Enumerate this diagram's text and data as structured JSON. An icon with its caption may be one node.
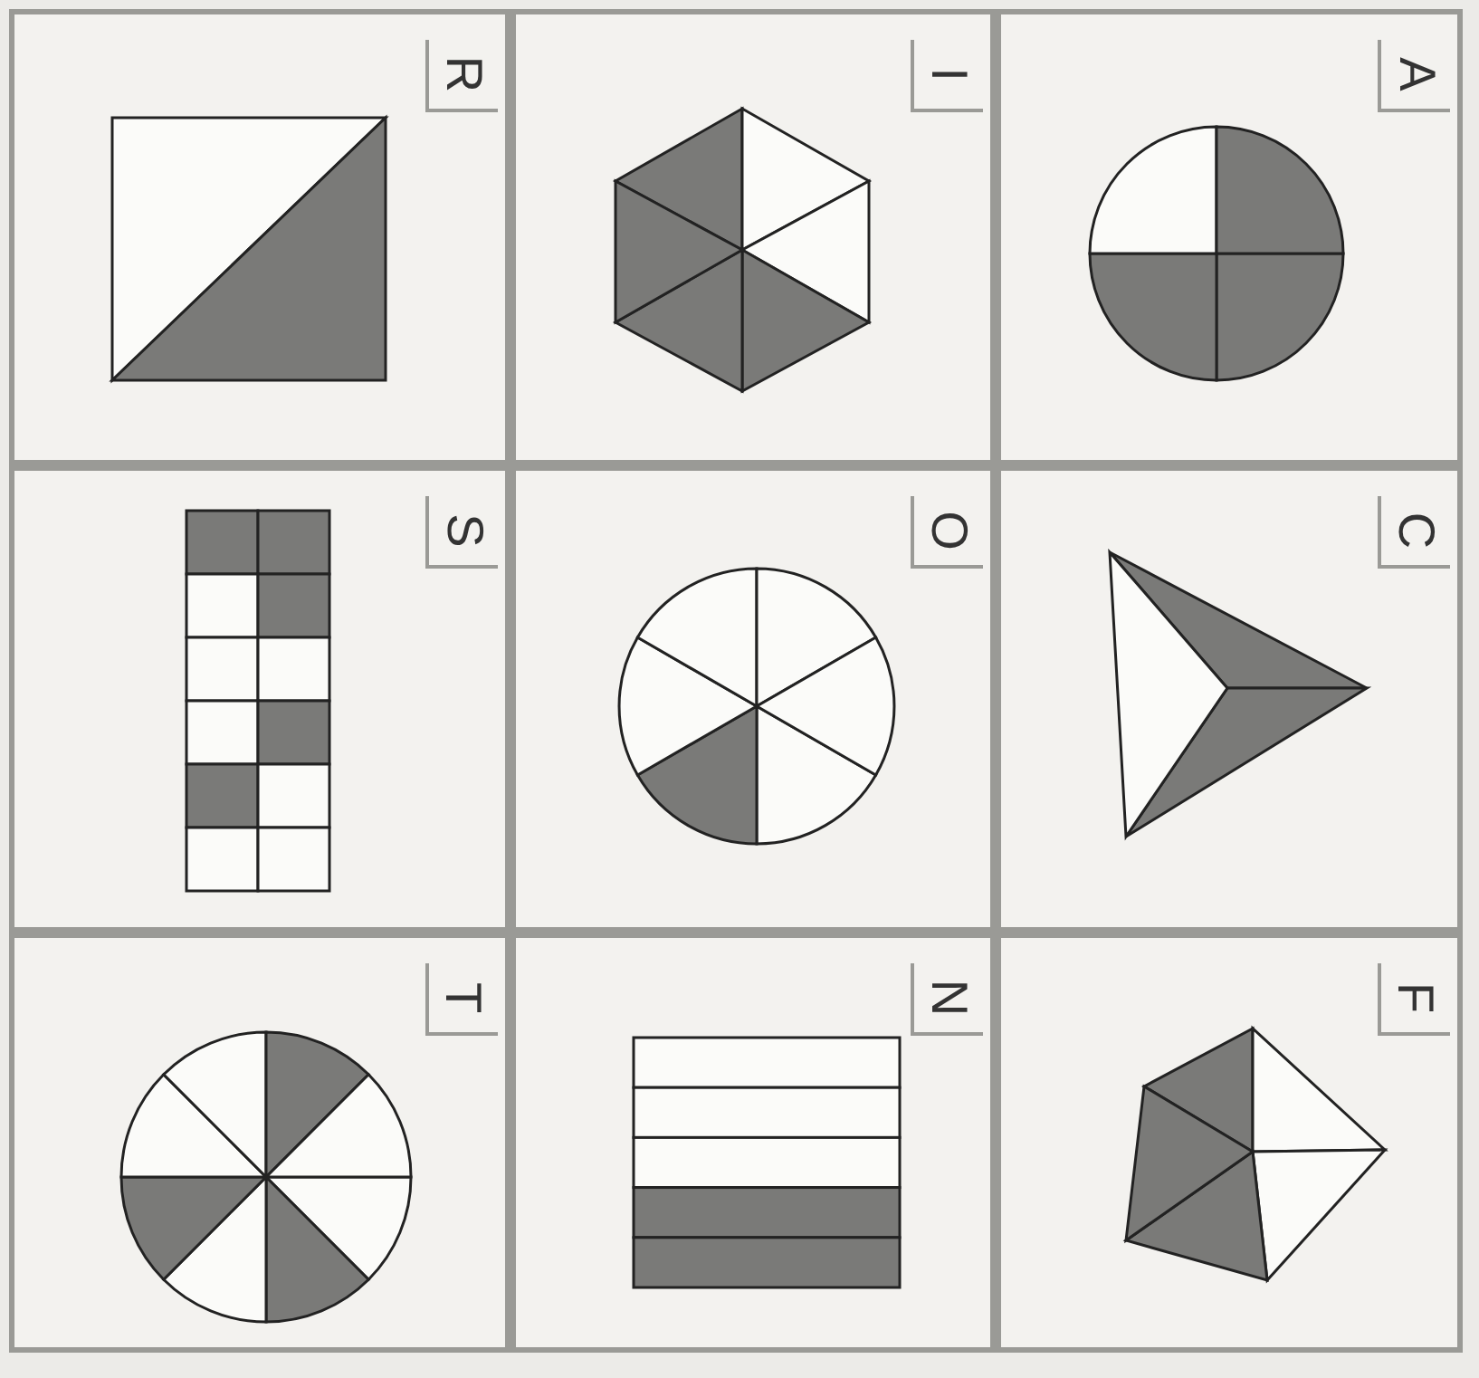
{
  "diagram": {
    "nodes": [
      {
        "text": [
          "A"
        ]
      },
      {
        "text": [
          "C"
        ]
      },
      {
        "text": [
          "F"
        ]
      },
      {
        "text": [
          "I"
        ]
      },
      {
        "text": [
          "O"
        ]
      },
      {
        "text": [
          "N"
        ]
      },
      {
        "text": [
          "R"
        ]
      },
      {
        "text": [
          "S"
        ]
      },
      {
        "text": [
          "T"
        ]
      }
    ]
  }
}
